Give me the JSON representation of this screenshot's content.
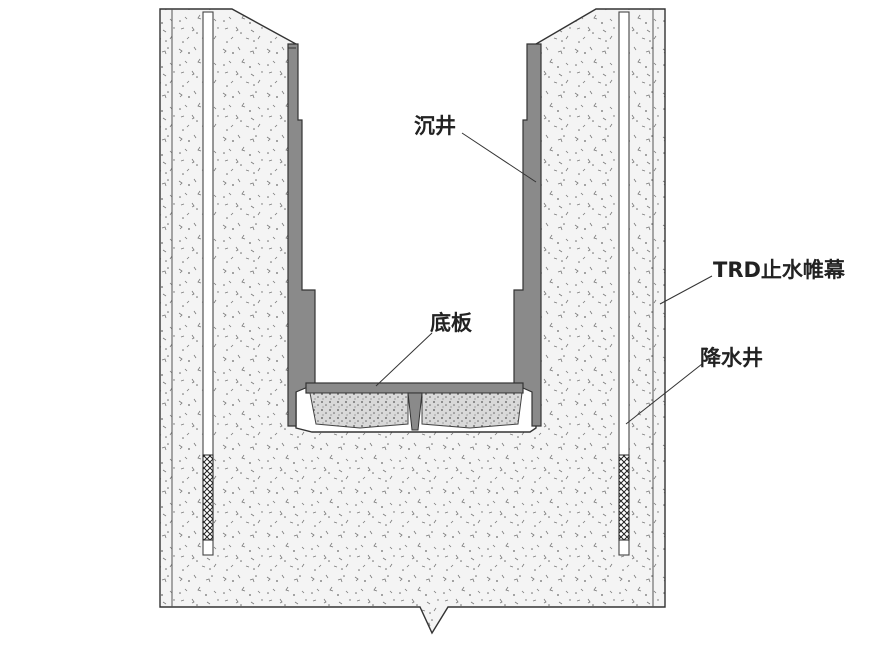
{
  "labels": {
    "caisson": "沉井",
    "bottom_slab": "底板",
    "trd_curtain": "TRD止水帷幕",
    "dewatering_well": "降水井"
  },
  "colors": {
    "line": "#333333",
    "wall_fill": "#8a8a8a",
    "soil_bg": "#f3f3f3",
    "text": "#222222"
  }
}
